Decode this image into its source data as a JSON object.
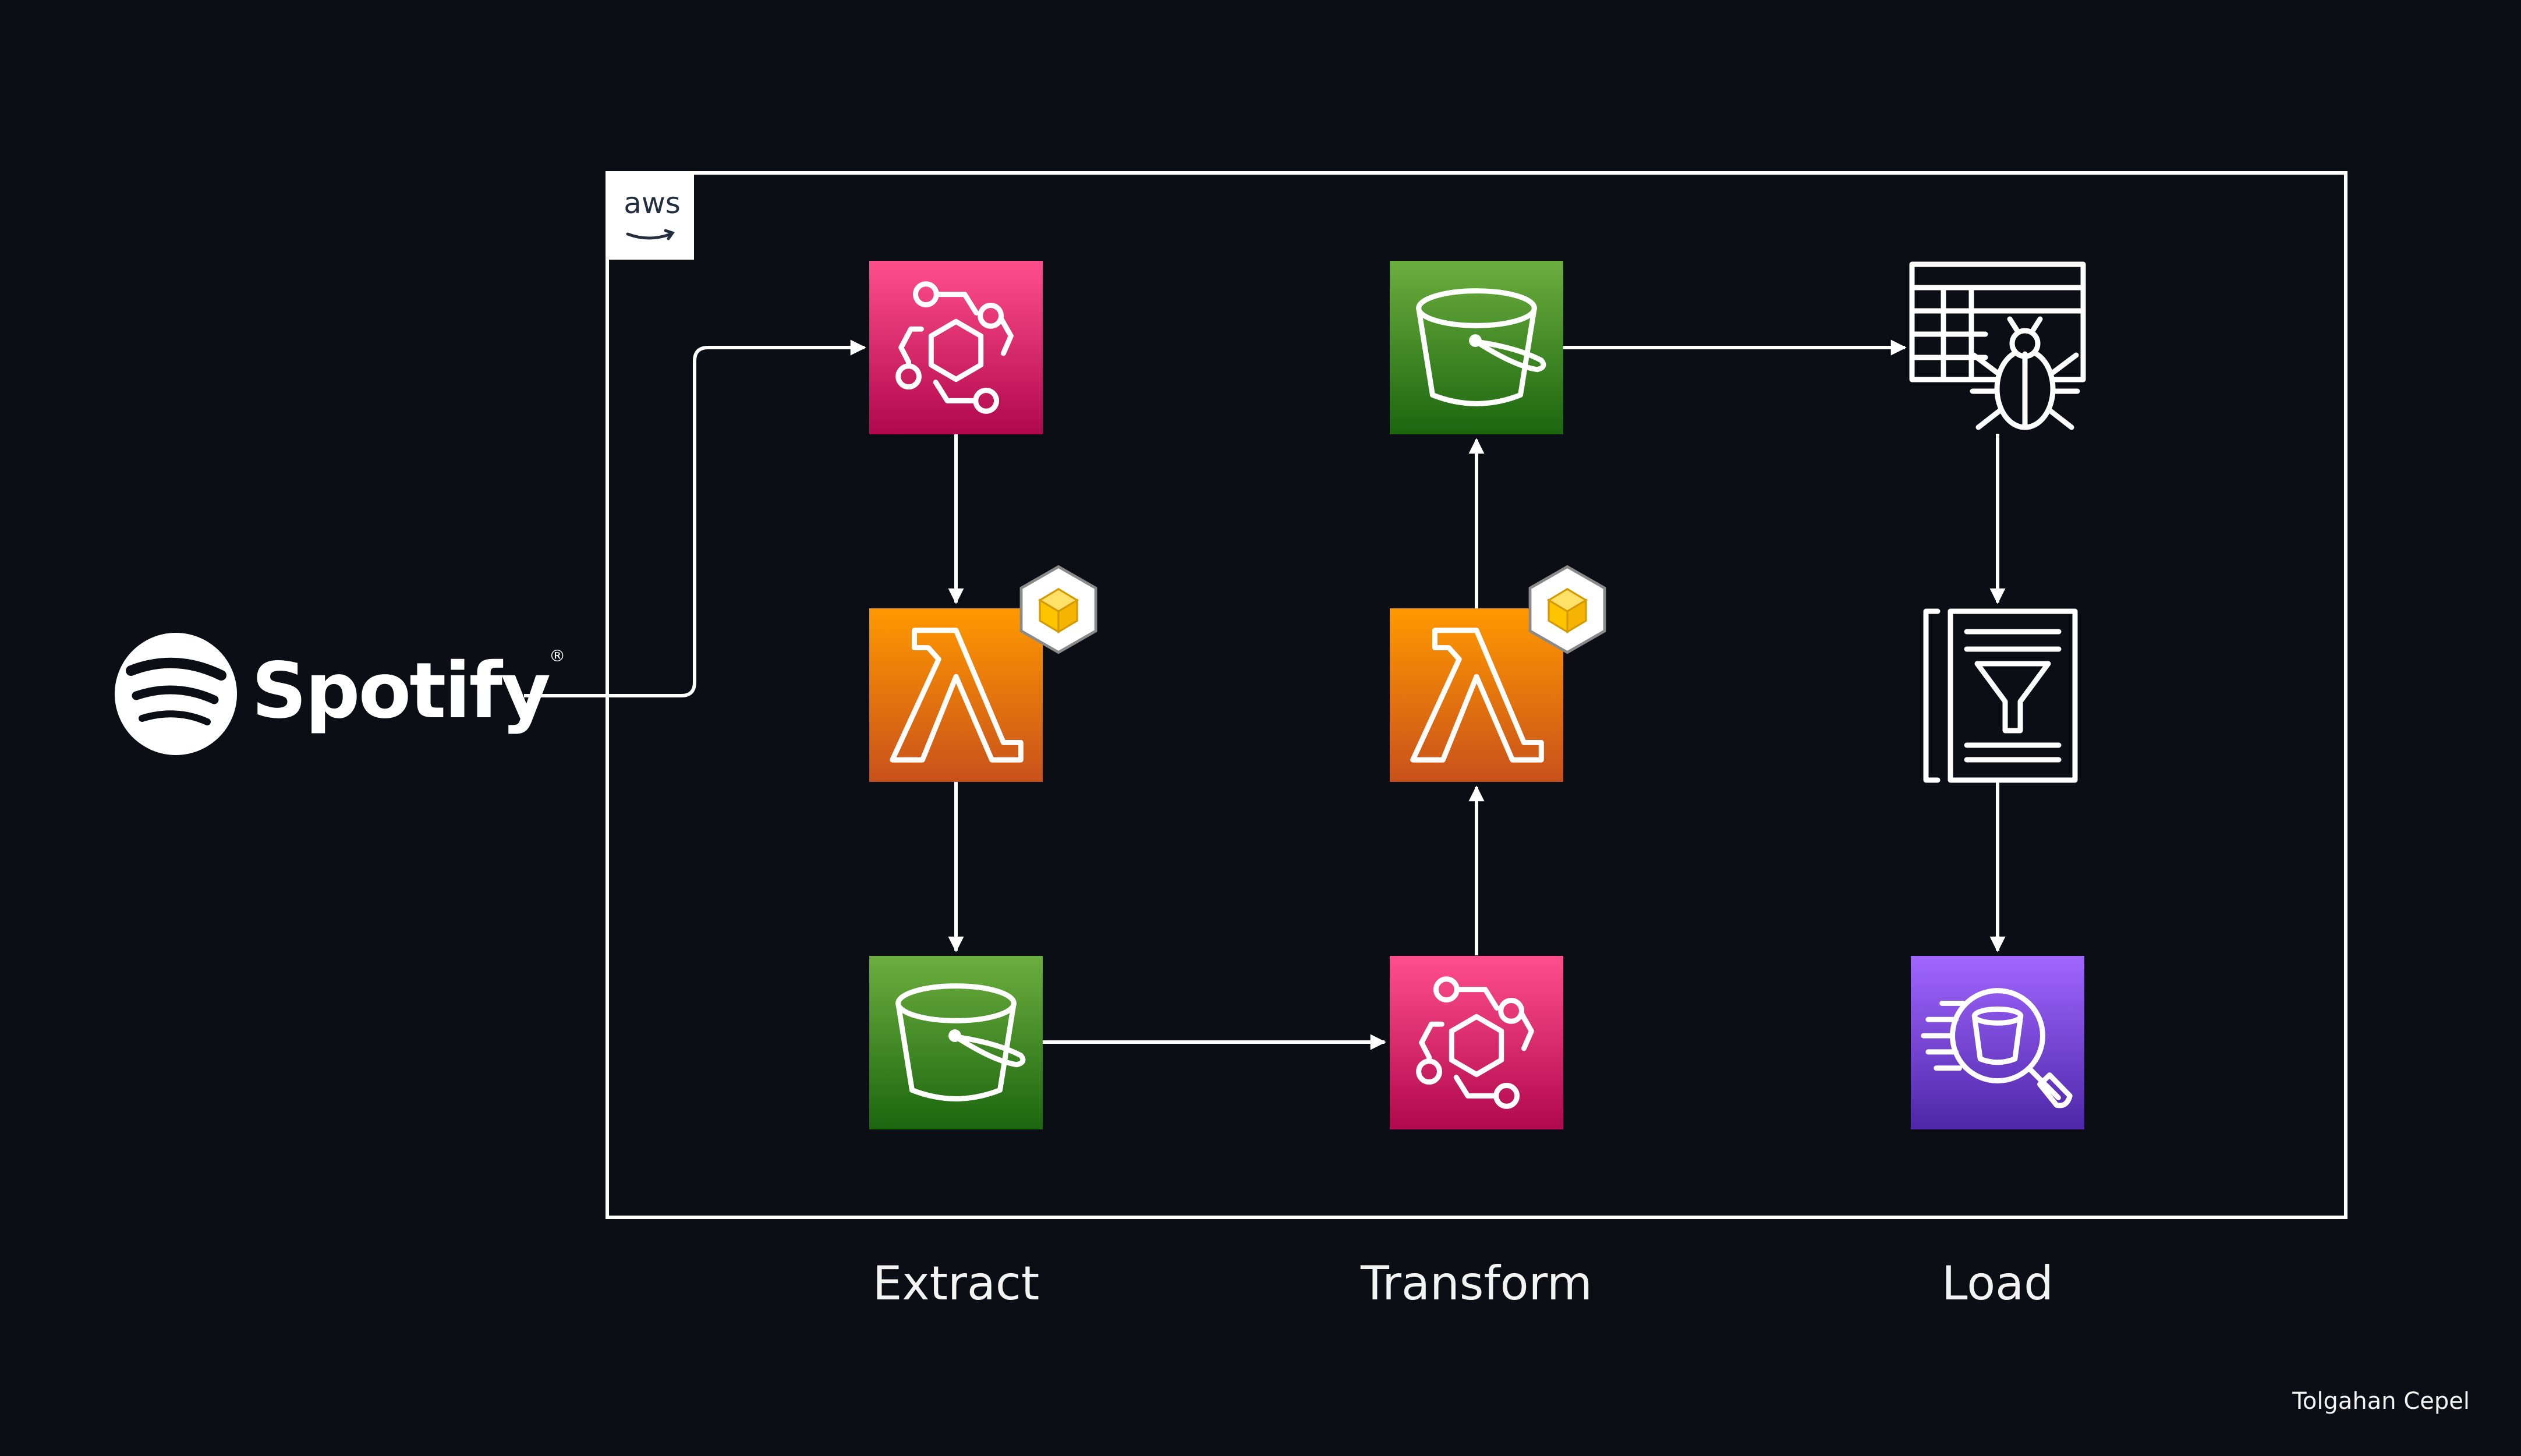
{
  "cloud": {
    "provider_label": "aws"
  },
  "source": {
    "brand": "Spotify",
    "registered_mark": "®"
  },
  "stages": [
    {
      "id": "extract",
      "label": "Extract"
    },
    {
      "id": "transform",
      "label": "Transform"
    },
    {
      "id": "load",
      "label": "Load"
    }
  ],
  "author": "Tolgahan Cepel",
  "colors": {
    "background": "#0b0e14",
    "eventbridge": "#e7157b",
    "lambda": "#ed7100",
    "s3": "#3f8624",
    "athena": "#8c4fff",
    "line": "#ffffff"
  },
  "icons": {
    "eventbridge": "eventbridge-icon",
    "lambda": "lambda-icon",
    "layer": "lambda-layer-icon",
    "s3": "s3-bucket-icon",
    "glue_crawler": "glue-crawler-icon",
    "data_catalog": "glue-data-catalog-icon",
    "athena": "athena-icon"
  }
}
